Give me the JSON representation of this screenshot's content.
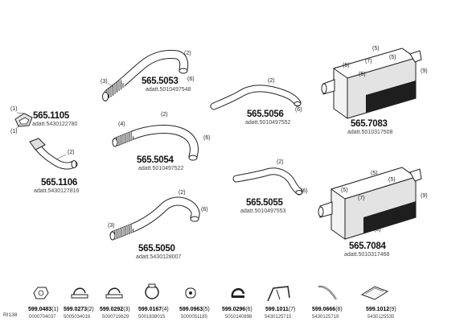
{
  "ref": "RI138",
  "parts": {
    "p1105": {
      "code": "565.1105",
      "sub": "adatt.5430122780",
      "calls": [
        "(1)",
        "(1)"
      ]
    },
    "p1106": {
      "code": "565.1106",
      "sub": "adatt.5430127816",
      "calls": [
        "(2)"
      ]
    },
    "p5053": {
      "code": "565.5053",
      "sub": "adatt.5010497548",
      "calls": [
        "(2)",
        "(6)",
        "(3)"
      ]
    },
    "p5054": {
      "code": "565.5054",
      "sub": "adatt.5010497522",
      "calls": [
        "(2)",
        "(4)",
        "(6)"
      ]
    },
    "p5050": {
      "code": "565.5050",
      "sub": "adatt.5430128007",
      "calls": [
        "(2)",
        "(6)",
        "(3)"
      ]
    },
    "p5056": {
      "code": "565.5056",
      "sub": "adatt.5010497552",
      "calls": [
        "(2)",
        "(6)"
      ]
    },
    "p5055": {
      "code": "565.5055",
      "sub": "adatt.5010497553",
      "calls": [
        "(2)",
        "(6)"
      ]
    },
    "p7083": {
      "code": "565.7083",
      "sub": "adatt.5010317508",
      "calls": [
        "(5)",
        "(5)",
        "(7)",
        "(5)",
        "(5)",
        "(9)",
        "(8)",
        "(8)"
      ]
    },
    "p7084": {
      "code": "565.7084",
      "sub": "adatt.5010317468",
      "calls": [
        "(5)",
        "(5)",
        "(5)",
        "(7)",
        "(9)",
        "(8)",
        "(8)"
      ]
    }
  },
  "small_parts": [
    {
      "code": "599.0483",
      "qty": "(1)",
      "sub": "0000704037",
      "icon": "gasket-icon"
    },
    {
      "code": "599.0273",
      "qty": "(2)",
      "sub": "5005034016",
      "icon": "clamp-icon"
    },
    {
      "code": "599.0292",
      "qty": "(3)",
      "sub": "5000719629",
      "icon": "clamp-icon"
    },
    {
      "code": "599.0167",
      "qty": "(4)",
      "sub": "5001838015",
      "icon": "band-clamp-icon"
    },
    {
      "code": "599.0963",
      "qty": "(5)",
      "sub": "5000051185",
      "icon": "rubber-mount-icon"
    },
    {
      "code": "599.0296",
      "qty": "(6)",
      "sub": "5010140898",
      "icon": "clamp-icon"
    },
    {
      "code": "599.1011",
      "qty": "(7)",
      "sub": "5430125715",
      "icon": "bracket-icon"
    },
    {
      "code": "599.0666",
      "qty": "(8)",
      "sub": "5430125719",
      "icon": "strap-icon"
    },
    {
      "code": "599.1012",
      "qty": "(9)",
      "sub": "5430125535",
      "icon": "heat-shield-icon"
    }
  ]
}
